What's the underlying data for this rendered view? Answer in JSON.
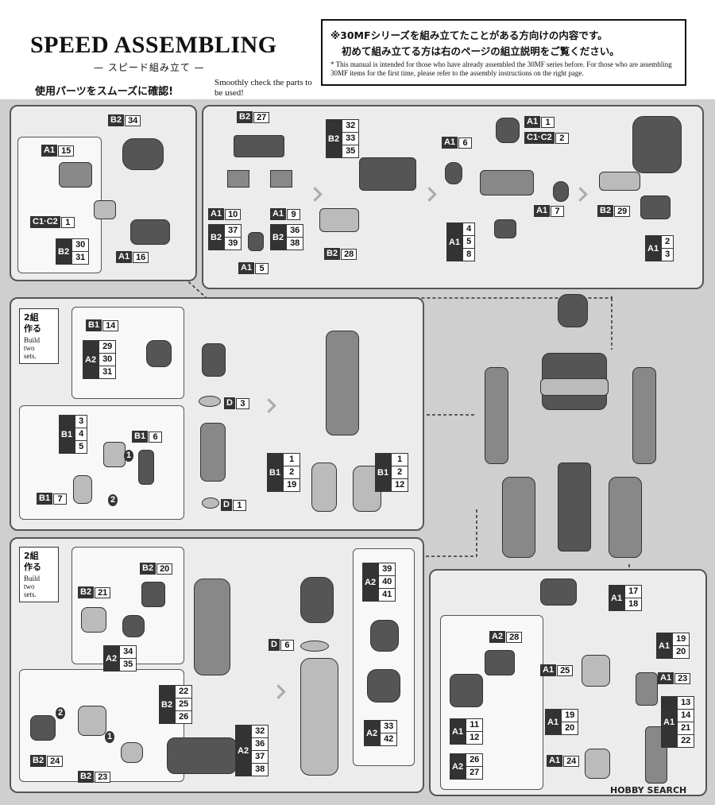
{
  "header": {
    "title": "SPEED ASSEMBLING",
    "subtitle": "— スピード組み立て —",
    "check_jp": "使用パーツをスムーズに確認!",
    "check_en": "Smoothly check the parts to be used!"
  },
  "notice": {
    "jp_line1": "※30MFシリーズを組み立てたことがある方向けの内容です。",
    "jp_line2": "初めて組み立てる方は右のページの組立説明をご覧ください。",
    "en_text": "* This manual is intended for those who have already assembled the 30MF series before. For those who are assembling 30MF items for the first time, please refer to the assembly instructions on the right page."
  },
  "build_two": {
    "jp": "2組\n作る",
    "en": "Build\ntwo\nsets."
  },
  "labels": {
    "head_b2_34": {
      "sec": "B2",
      "num": "34"
    },
    "head_a1_15": {
      "sec": "A1",
      "num": "15"
    },
    "head_c1c2_1": {
      "sec": "C1·C2",
      "num": "1"
    },
    "head_b2_30_31": {
      "sec": "B2",
      "nums": [
        "30",
        "31"
      ]
    },
    "head_a1_16": {
      "sec": "A1",
      "num": "16"
    },
    "torso_b2_27": {
      "sec": "B2",
      "num": "27"
    },
    "torso_a1_10": {
      "sec": "A1",
      "num": "10"
    },
    "torso_b2_37_39": {
      "sec": "B2",
      "nums": [
        "37",
        "39"
      ]
    },
    "torso_a1_9": {
      "sec": "A1",
      "num": "9"
    },
    "torso_b2_36_38": {
      "sec": "B2",
      "nums": [
        "36",
        "38"
      ]
    },
    "torso_a1_5": {
      "sec": "A1",
      "num": "5"
    },
    "torso_b2_32_35": {
      "sec": "B2",
      "nums": [
        "32",
        "33",
        "35"
      ]
    },
    "torso_b2_28": {
      "sec": "B2",
      "num": "28"
    },
    "torso_a1_6": {
      "sec": "A1",
      "num": "6"
    },
    "torso_a1_1": {
      "sec": "A1",
      "num": "1"
    },
    "torso_c1c2_2": {
      "sec": "C1·C2",
      "num": "2"
    },
    "torso_a1_7": {
      "sec": "A1",
      "num": "7"
    },
    "torso_a1_4_8": {
      "sec": "A1",
      "nums": [
        "4",
        "5",
        "8"
      ]
    },
    "torso_b2_29": {
      "sec": "B2",
      "num": "29"
    },
    "torso_a1_2_3": {
      "sec": "A1",
      "nums": [
        "2",
        "3"
      ]
    },
    "arm_b1_14": {
      "sec": "B1",
      "num": "14"
    },
    "arm_a2_29_31": {
      "sec": "A2",
      "nums": [
        "29",
        "30",
        "31"
      ]
    },
    "arm_d_3": {
      "sec": "D",
      "num": "3"
    },
    "arm_b1_3_5": {
      "sec": "B1",
      "nums": [
        "3",
        "4",
        "5"
      ]
    },
    "arm_b1_6": {
      "sec": "B1",
      "num": "6"
    },
    "arm_b1_7": {
      "sec": "B1",
      "num": "7"
    },
    "arm_d_1": {
      "sec": "D",
      "num": "1"
    },
    "hand_b1_left": {
      "sec": "B1",
      "nums": [
        "1",
        "2",
        "19"
      ]
    },
    "hand_b1_right": {
      "sec": "B1",
      "nums": [
        "1",
        "2",
        "12"
      ]
    },
    "leg_b2_20": {
      "sec": "B2",
      "num": "20"
    },
    "leg_b2_21": {
      "sec": "B2",
      "num": "21"
    },
    "leg_a2_34_35": {
      "sec": "A2",
      "nums": [
        "34",
        "35"
      ]
    },
    "leg_b2_24": {
      "sec": "B2",
      "num": "24"
    },
    "leg_b2_23": {
      "sec": "B2",
      "num": "23"
    },
    "leg_b2_22_26": {
      "sec": "B2",
      "nums": [
        "22",
        "25",
        "26"
      ]
    },
    "leg_a2_32_38": {
      "sec": "A2",
      "nums": [
        "32",
        "36",
        "37",
        "38"
      ]
    },
    "leg_d_6": {
      "sec": "D",
      "num": "6"
    },
    "leg_a2_39_41": {
      "sec": "A2",
      "nums": [
        "39",
        "40",
        "41"
      ]
    },
    "leg_a2_33_42": {
      "sec": "A2",
      "nums": [
        "33",
        "42"
      ]
    },
    "back_a1_17_18": {
      "sec": "A1",
      "nums": [
        "17",
        "18"
      ]
    },
    "back_a2_28": {
      "sec": "A2",
      "num": "28"
    },
    "back_a1_25": {
      "sec": "A1",
      "num": "25"
    },
    "back_a1_19_20_top": {
      "sec": "A1",
      "nums": [
        "19",
        "20"
      ]
    },
    "back_a1_23": {
      "sec": "A1",
      "num": "23"
    },
    "back_a1_11_12": {
      "sec": "A1",
      "nums": [
        "11",
        "12"
      ]
    },
    "back_a2_26_27": {
      "sec": "A2",
      "nums": [
        "26",
        "27"
      ]
    },
    "back_a1_19_20_bottom": {
      "sec": "A1",
      "nums": [
        "19",
        "20"
      ]
    },
    "back_a1_13_22": {
      "sec": "A1",
      "nums": [
        "13",
        "14",
        "21",
        "22"
      ]
    },
    "back_a1_24": {
      "sec": "A1",
      "num": "24"
    }
  },
  "step_markers": {
    "one": "1",
    "two": "2"
  },
  "watermark": "HOBBY SEARCH"
}
